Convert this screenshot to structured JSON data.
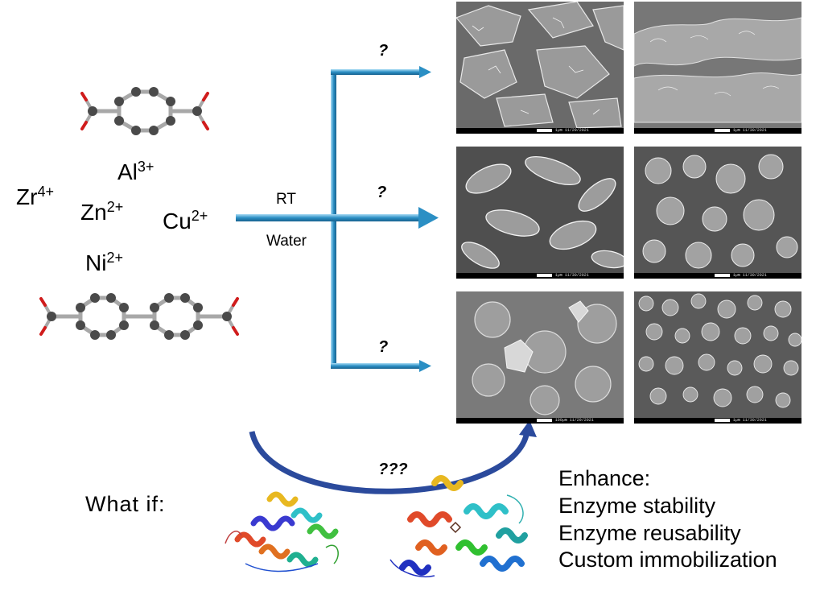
{
  "ions": {
    "al": {
      "symbol": "Al",
      "charge": "3+"
    },
    "zr": {
      "symbol": "Zr",
      "charge": "4+"
    },
    "zn": {
      "symbol": "Zn",
      "charge": "2+"
    },
    "cu": {
      "symbol": "Cu",
      "charge": "2+"
    },
    "ni": {
      "symbol": "Ni",
      "charge": "2+"
    }
  },
  "conditions": {
    "temperature": "RT",
    "solvent": "Water"
  },
  "outcomes": [
    "?",
    "?",
    "?"
  ],
  "arc_label": "???",
  "what_if": "What if:",
  "enhance": {
    "heading": "Enhance:",
    "items": [
      "Enzyme stability",
      "Enzyme reusability",
      "Custom immobilization"
    ]
  },
  "sem_scale_labels": [
    {
      "scale": "1µm",
      "date": "11/29/2021"
    },
    {
      "scale": "1µm",
      "date": "11/30/2021"
    },
    {
      "scale": "1µm",
      "date": "11/30/2021"
    },
    {
      "scale": "1µm",
      "date": "11/30/2021"
    },
    {
      "scale": "100µm",
      "date": "11/29/2021"
    },
    {
      "scale": "1µm",
      "date": "11/30/2021"
    }
  ],
  "colors": {
    "arrow": "#2b8fc4",
    "arc": "#2b4a9c",
    "atom": "#4a4a4a",
    "oxygen": "#d01c1c"
  }
}
